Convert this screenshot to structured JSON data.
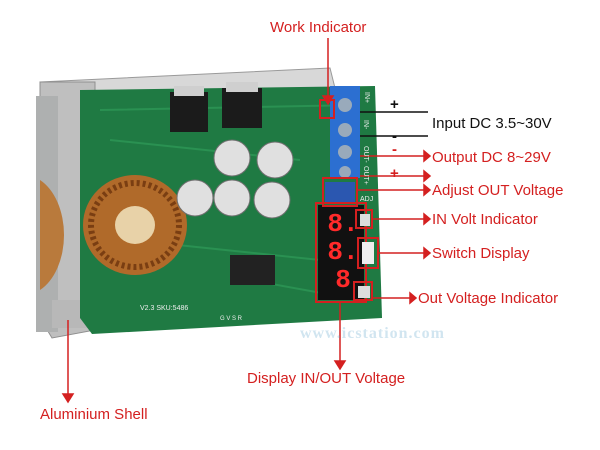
{
  "labels": {
    "work_indicator": "Work Indicator",
    "input_dc": "Input DC 3.5~30V",
    "output_dc": "Output DC 8~29V",
    "adjust_out": "Adjust OUT Voltage",
    "in_volt_indicator": "IN Volt Indicator",
    "switch_display": "Switch Display",
    "out_voltage_indicator": "Out Voltage Indicator",
    "display_in_out": "Display IN/OUT Voltage",
    "aluminium_shell": "Aluminium Shell"
  },
  "polarity": {
    "input_plus": "+",
    "input_minus": "-",
    "output_minus": "-",
    "output_plus": "+"
  },
  "board": {
    "terminal_in_plus": "IN+",
    "terminal_in_minus": "IN-",
    "terminal_out_minus": "OUT-",
    "terminal_out_plus": "OUT+",
    "adj_label": "ADJ",
    "display_digits": "8.8.8",
    "version_text": "V2.3 SKU:5486",
    "header_pins": "G V S R",
    "watermark": "www.icstation.com"
  },
  "colors": {
    "callout_red": "#d42020",
    "pcb_green": "#1f7a43",
    "aluminium": "#c9c9c9",
    "terminal_blue": "#2c6fd1",
    "segment_red": "#ff2a2a"
  }
}
